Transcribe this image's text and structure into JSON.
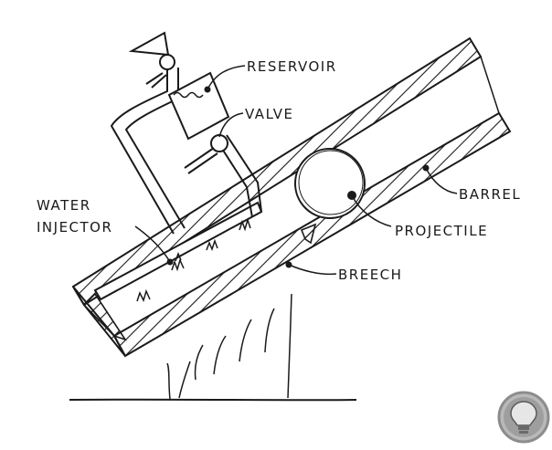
{
  "labels": {
    "reservoir": "RESERVOIR",
    "valve": "VALVE",
    "water": "WATER",
    "injector": "INJECTOR",
    "barrel": "BARREL",
    "projectile": "PROJECTILE",
    "breech": "BREECH"
  },
  "colors": {
    "ink": "#1a1a1a",
    "paper": "#ffffff",
    "badge_ring": "#8c8c8c",
    "badge_fill": "#b9b9b9"
  },
  "icons": {
    "badge": "lightbulb-icon"
  }
}
